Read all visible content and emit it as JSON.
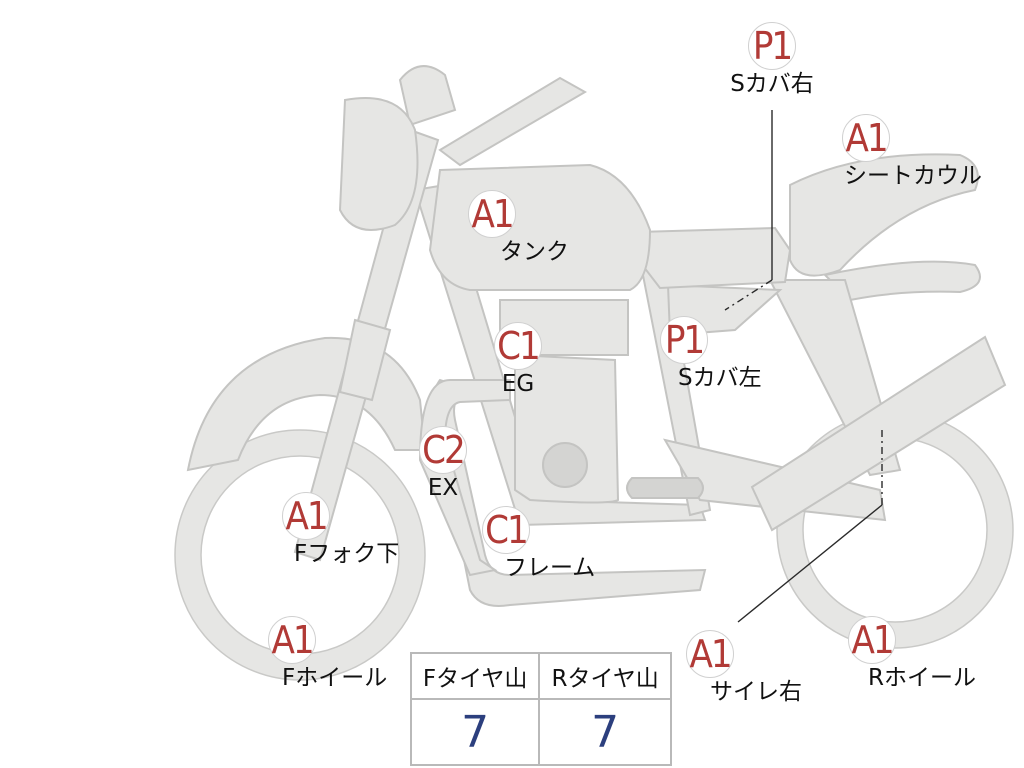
{
  "markers": [
    {
      "id": "p1-s-cover-right",
      "code": "P1",
      "label": "Sカバ右"
    },
    {
      "id": "a1-seat-cowl",
      "code": "A1",
      "label": "シートカウル"
    },
    {
      "id": "a1-tank",
      "code": "A1",
      "label": "タンク"
    },
    {
      "id": "c1-eg",
      "code": "C1",
      "label": "EG"
    },
    {
      "id": "p1-s-cover-left",
      "code": "P1",
      "label": "Sカバ左"
    },
    {
      "id": "c2-ex",
      "code": "C2",
      "label": "EX"
    },
    {
      "id": "a1-f-fork-lower",
      "code": "A1",
      "label": "Fフォク下"
    },
    {
      "id": "c1-frame",
      "code": "C1",
      "label": "フレーム"
    },
    {
      "id": "a1-f-wheel",
      "code": "A1",
      "label": "Fホイール"
    },
    {
      "id": "a1-muffler-right",
      "code": "A1",
      "label": "サイレ右"
    },
    {
      "id": "a1-r-wheel",
      "code": "A1",
      "label": "Rホイール"
    }
  ],
  "tire_table": {
    "headers": [
      "Fタイヤ山",
      "Rタイヤ山"
    ],
    "values": [
      "7",
      "7"
    ]
  },
  "colors": {
    "grade_text": "#b13a36",
    "value_text": "#2c3f7e",
    "bike_fill": "#e6e6e4"
  }
}
